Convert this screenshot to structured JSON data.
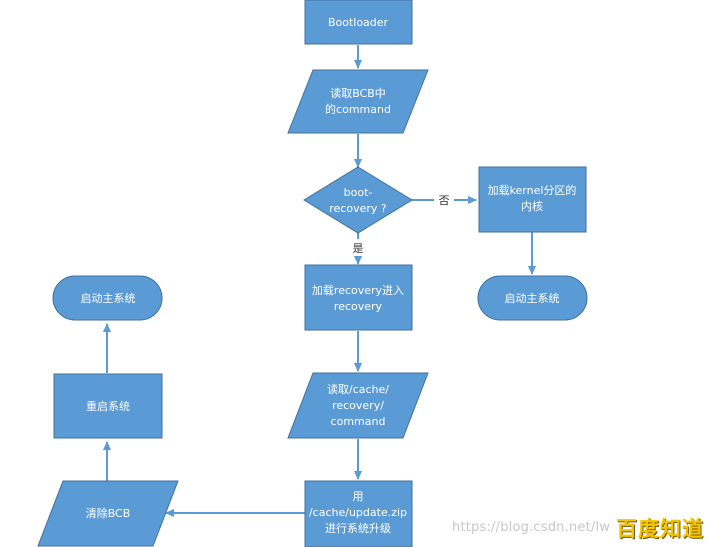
{
  "colors": {
    "node_fill": "#5b9bd5",
    "node_stroke": "#41719c",
    "edge": "#5b9bd5",
    "node_text": "#ffffff",
    "edge_label": "#333333"
  },
  "nodes": {
    "bootloader": {
      "shape": "rectangle",
      "lines": [
        "Bootloader"
      ]
    },
    "read_bcb": {
      "shape": "parallelogram",
      "lines": [
        "读取BCB中",
        "的command"
      ]
    },
    "boot_recovery": {
      "shape": "diamond",
      "lines": [
        "boot-",
        "recovery ?"
      ]
    },
    "load_kernel": {
      "shape": "rectangle",
      "lines": [
        "加载kernel分区的",
        "内核"
      ]
    },
    "start_main_right": {
      "shape": "terminator",
      "lines": [
        "启动主系统"
      ]
    },
    "load_recovery": {
      "shape": "rectangle",
      "lines": [
        "加载recovery进入",
        "recovery"
      ]
    },
    "read_cache_command": {
      "shape": "parallelogram",
      "lines": [
        "读取/cache/",
        "recovery/",
        "command"
      ]
    },
    "update_zip": {
      "shape": "rectangle",
      "lines": [
        "用",
        "/cache/update.zip",
        "进行系统升级"
      ]
    },
    "clear_bcb": {
      "shape": "parallelogram",
      "lines": [
        "清除BCB"
      ]
    },
    "reboot": {
      "shape": "rectangle",
      "lines": [
        "重启系统"
      ]
    },
    "start_main_left": {
      "shape": "terminator",
      "lines": [
        "启动主系统"
      ]
    }
  },
  "edge_labels": {
    "no": "否",
    "yes": "是"
  },
  "watermark": {
    "url": "https://blog.csdn.net/lw",
    "logo": "百度知道"
  }
}
